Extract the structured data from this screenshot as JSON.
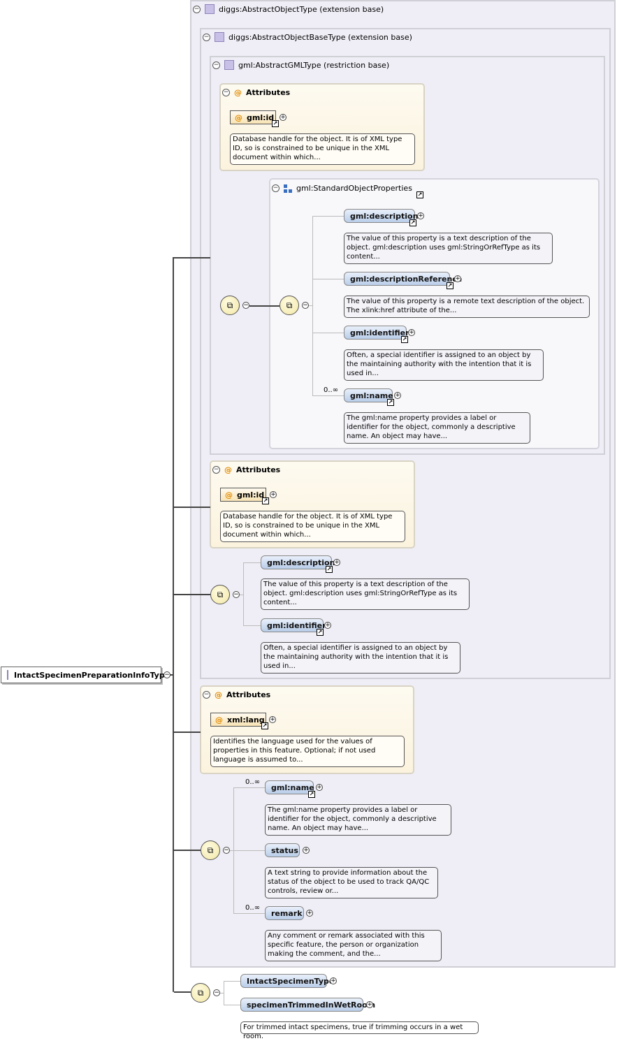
{
  "root": {
    "label": "IntactSpecimenPreparationInfoType"
  },
  "panels": {
    "object_type": "diggs:AbstractObjectType (extension base)",
    "object_base_type": "diggs:AbstractObjectBaseType (extension base)",
    "gml_type": "gml:AbstractGMLType (restriction base)",
    "std_props": "gml:StandardObjectProperties"
  },
  "attributes": {
    "label": "Attributes",
    "gml_id": "gml:id",
    "gml_id_doc": "Database handle for the object. It is of XML type ID, so is constrained to be unique in the XML document within which...",
    "xml_lang": "xml:lang",
    "xml_lang_doc": "Identifies the language used for the values of properties in this feature. Optional; if not used language is assumed to..."
  },
  "elements": {
    "description": "gml:description",
    "description_doc": "The value of this property is a text description of the object. gml:description uses gml:StringOrRefType as its content...",
    "description_ref": "gml:descriptionReference",
    "description_ref_doc": "The value of this property is a remote text description of the object. The xlink:href attribute of the...",
    "identifier": "gml:identifier",
    "identifier_doc": "Often, a special identifier is assigned to an object by the maintaining authority with the intention that it is used in...",
    "name": "gml:name",
    "name_doc": "The gml:name property provides a label or identifier for the object, commonly a descriptive name. An object may have...",
    "status": "status",
    "status_doc": "A text string to provide information about the status of the object to be used to track QA/QC controls, review or...",
    "remark": "remark",
    "remark_doc": "Any comment or remark associated with this specific feature, the person or organization making the comment, and the...",
    "intact": "IntactSpecimenType",
    "trimmed": "specimenTrimmedInWetRoom",
    "trimmed_doc": "For trimmed intact specimens, true if trimming occurs in a wet room."
  },
  "cardinality": {
    "zero_many": "0..∞"
  }
}
